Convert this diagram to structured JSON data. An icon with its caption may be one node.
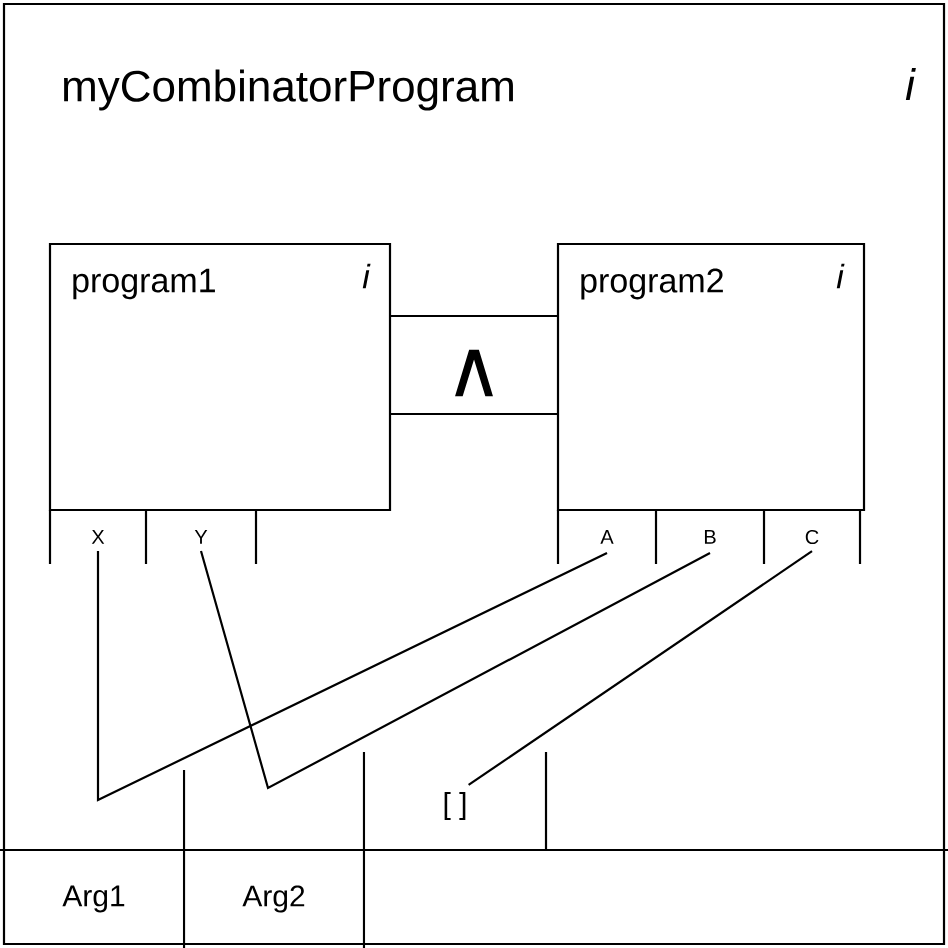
{
  "diagram": {
    "nodes": [
      {
        "text": [
          "myCombinatorProgram",
          "i"
        ]
      },
      {
        "text": [
          "program1",
          "i"
        ],
        "in": 0
      },
      {
        "text": [
          "program2",
          "i"
        ],
        "in": 0
      },
      {
        "text": [
          "X"
        ],
        "in": 0
      },
      {
        "text": [
          "Y"
        ],
        "in": 0
      },
      {
        "text": [
          "A"
        ],
        "in": 0
      },
      {
        "text": [
          "B"
        ],
        "in": 0
      },
      {
        "text": [
          "C"
        ],
        "in": 0
      },
      {
        "text": [
          "∧"
        ],
        "in": 0
      },
      {
        "text": [
          "[ ]"
        ],
        "in": 0
      },
      {
        "text": [
          "Arg1"
        ],
        "in": 0
      },
      {
        "text": [
          "Arg2"
        ],
        "in": 0
      }
    ],
    "edges": [
      {
        "from": 3,
        "to": 5,
        "arrow": "none"
      },
      {
        "from": 4,
        "to": 6,
        "arrow": "none"
      },
      {
        "from": 7,
        "to": 9,
        "arrow": "none"
      }
    ]
  }
}
